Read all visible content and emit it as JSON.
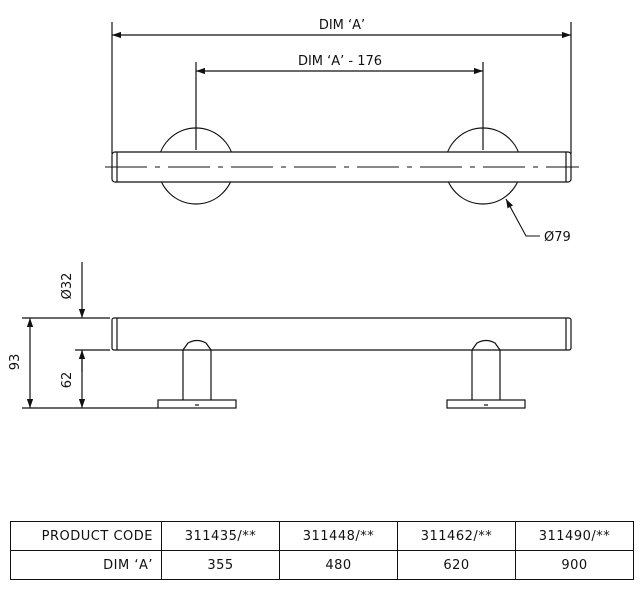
{
  "top_view": {
    "dim_total_label": "DIM ‘A’",
    "dim_centers_label": "DIM ‘A’ - 176",
    "rose_diameter_label": "Ø79"
  },
  "side_view": {
    "tube_diameter_label": "Ø32",
    "height_total_label": "93",
    "height_standoff_label": "62"
  },
  "table": {
    "row_labels": [
      "PRODUCT CODE",
      "DIM ‘A’"
    ],
    "columns": [
      {
        "code": "311435/**",
        "dim_a": "355"
      },
      {
        "code": "311448/**",
        "dim_a": "480"
      },
      {
        "code": "311462/**",
        "dim_a": "620"
      },
      {
        "code": "311490/**",
        "dim_a": "900"
      }
    ]
  }
}
